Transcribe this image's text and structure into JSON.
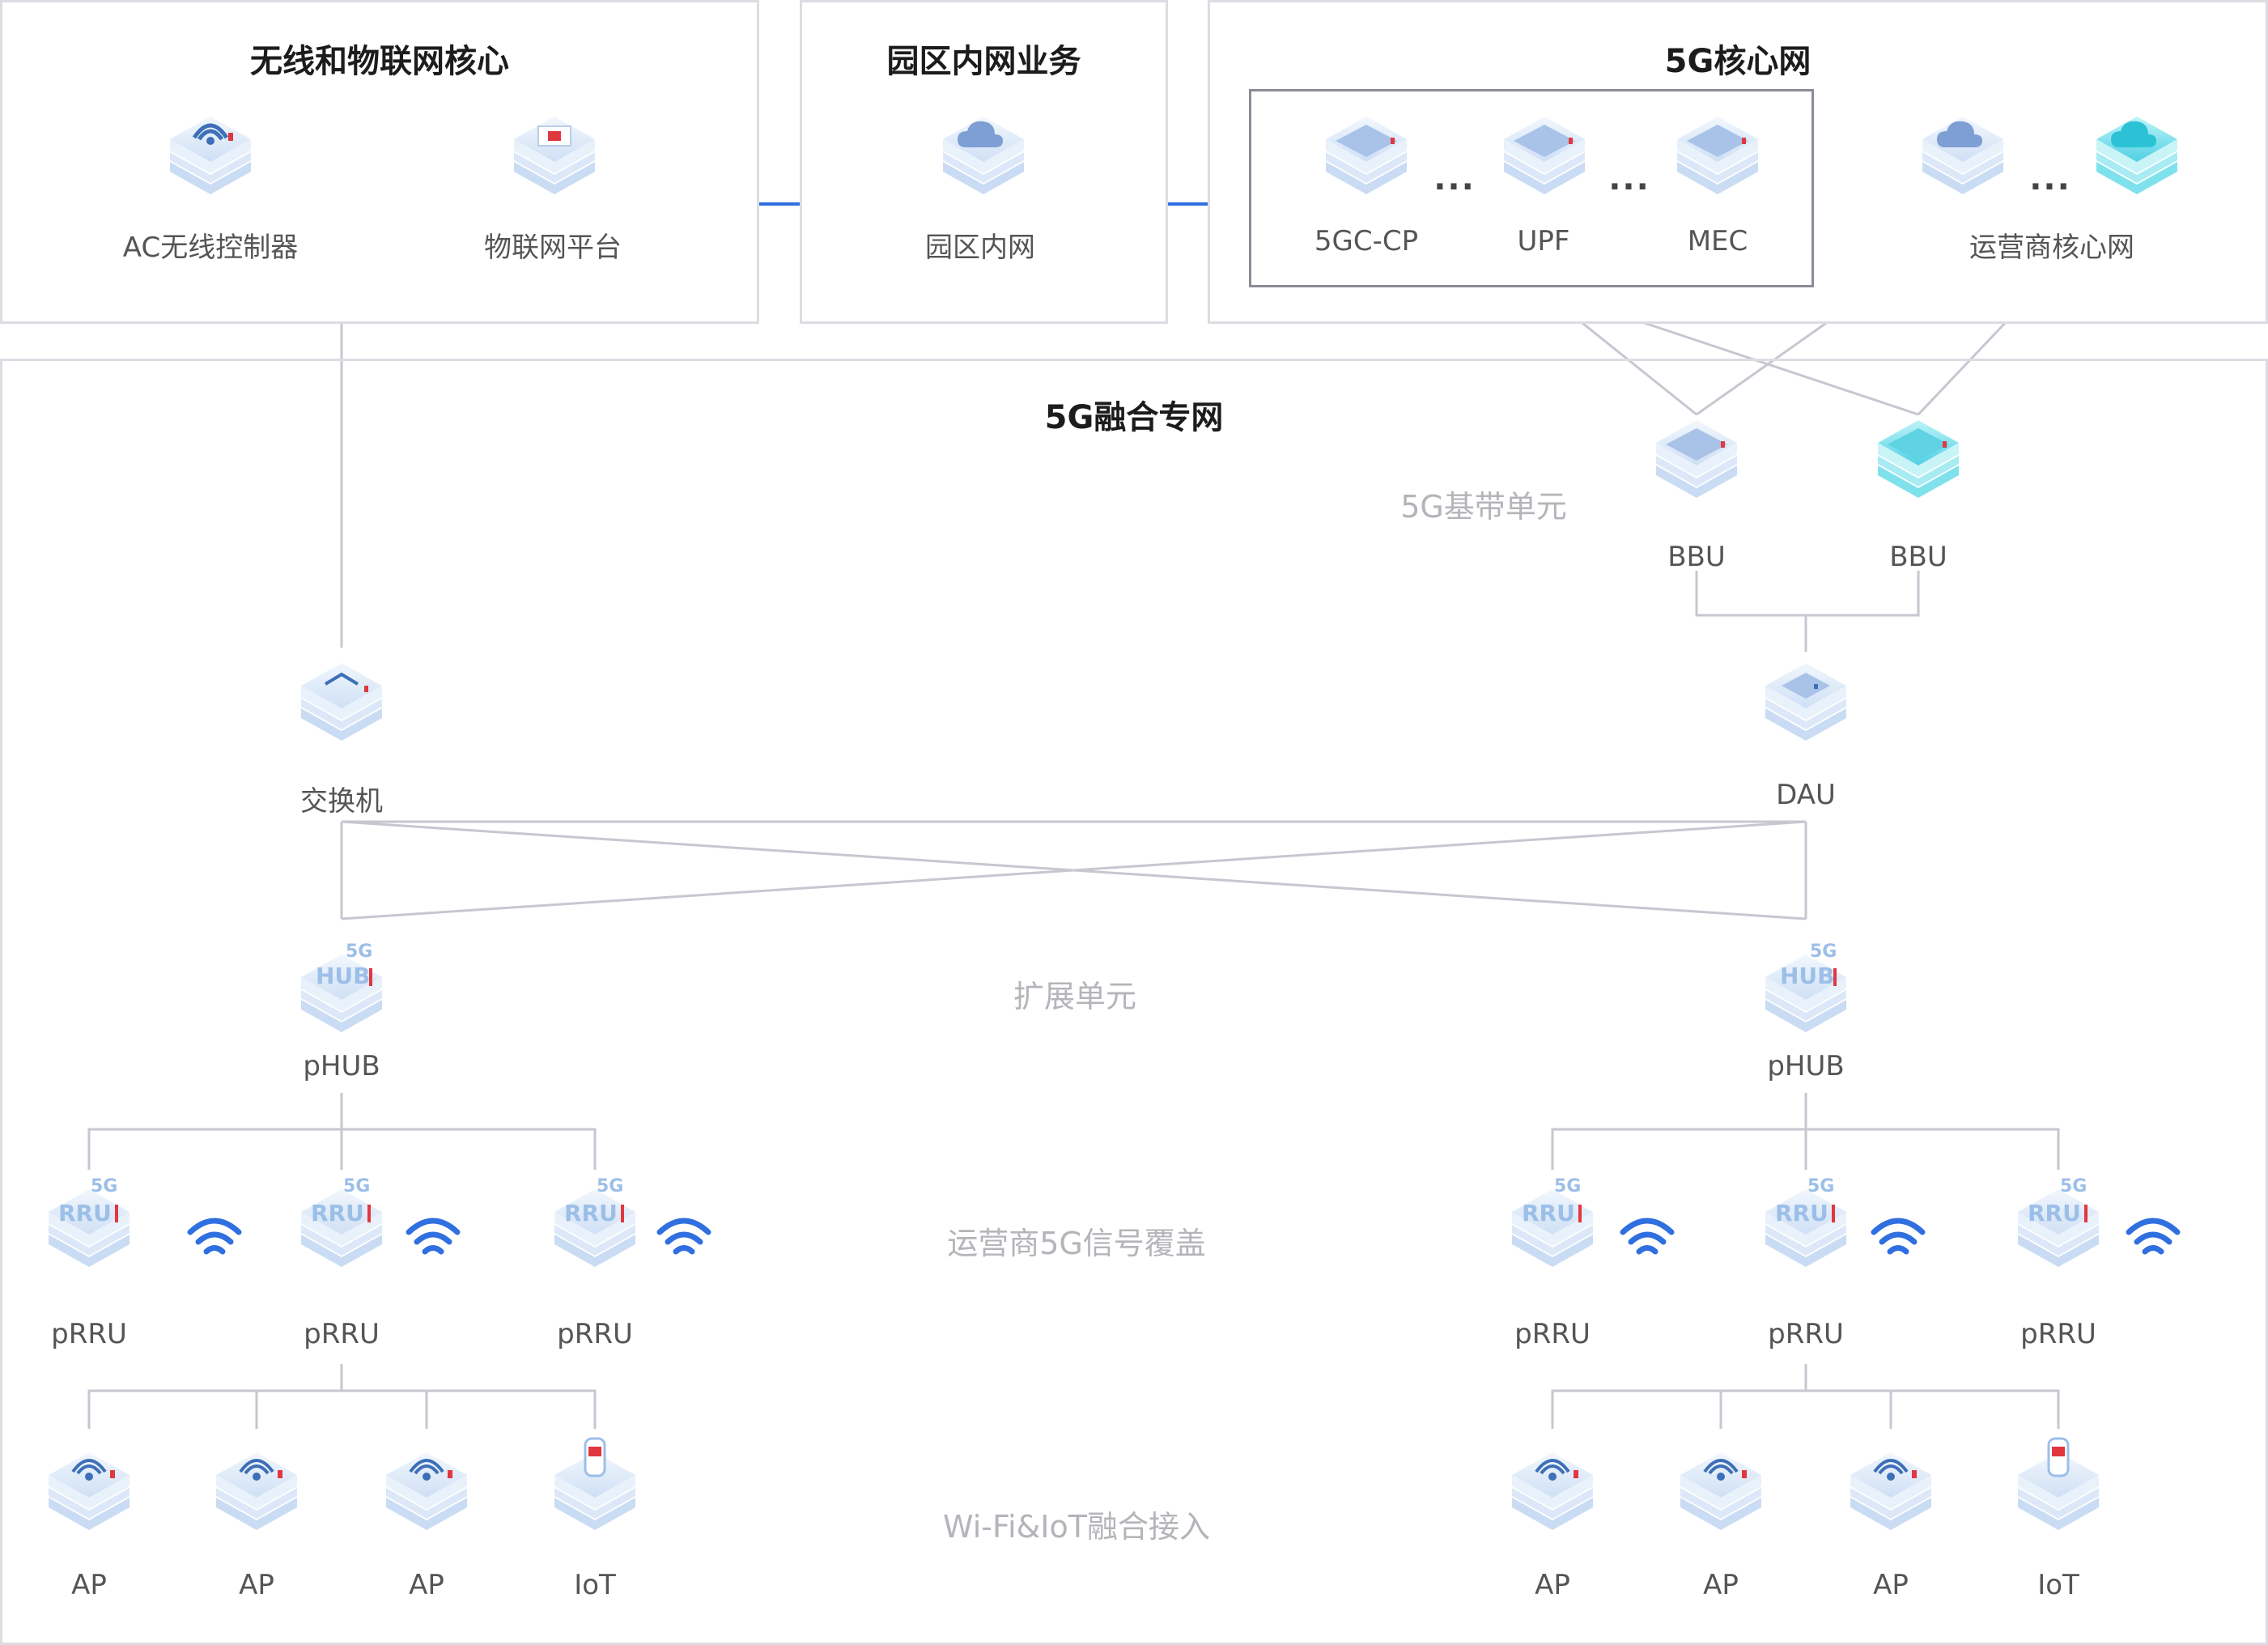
{
  "panels": {
    "wireless_iot_core": "无线和物联网核心",
    "campus_intranet": "园区内网业务",
    "core_5g": "5G核心网",
    "converged_private_network": "5G融合专网"
  },
  "top_nodes": {
    "ac": "AC无线控制器",
    "iot_platform": "物联网平台",
    "campus_intranet": "园区内网",
    "gc_cp": "5GC-CP",
    "upf": "UPF",
    "mec": "MEC",
    "operator_core": "运营商核心网",
    "ellipsis": "..."
  },
  "sections": {
    "baseband": "5G基带单元",
    "expansion": "扩展单元",
    "coverage": "运营商5G信号覆盖",
    "access": "Wi-Fi&IoT融合接入"
  },
  "nodes": {
    "bbu": "BBU",
    "switch": "交换机",
    "dau": "DAU",
    "phub": "pHUB",
    "prru": "pRRU",
    "ap": "AP",
    "iot": "IoT"
  },
  "colors": {
    "accent_blue": "#2f6fe0",
    "line_gray": "#c6c7d0",
    "box_border": "#8a8c96",
    "device_light": "#e4eefa",
    "device_cyan": "#63d7e6",
    "device_red": "#e1373f"
  }
}
